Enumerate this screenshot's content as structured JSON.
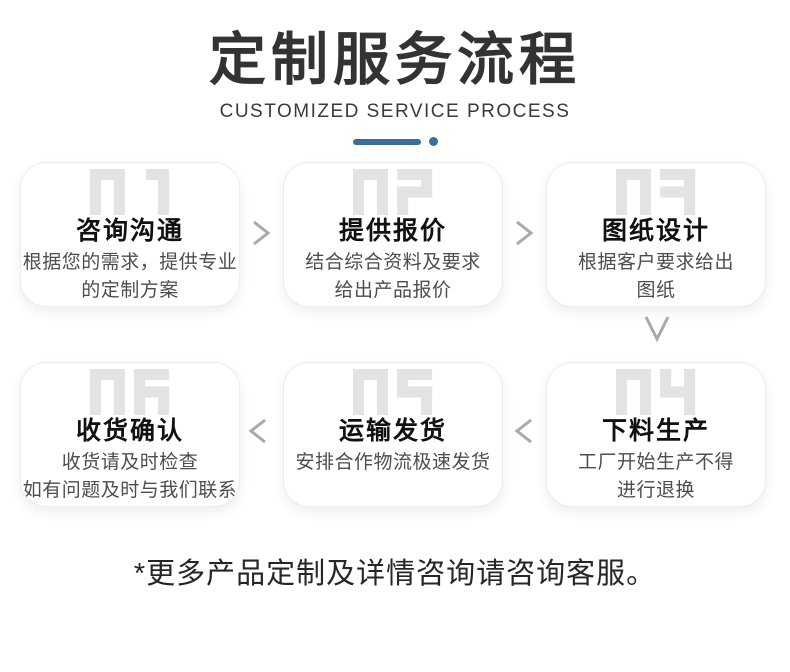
{
  "header": {
    "title": "定制服务流程",
    "subtitle": "CUSTOMIZED SERVICE PROCESS"
  },
  "steps": [
    {
      "number": "01",
      "title": "咨询沟通",
      "desc": "根据您的需求，提供专业\n的定制方案"
    },
    {
      "number": "02",
      "title": "提供报价",
      "desc": "结合综合资料及要求\n给出产品报价"
    },
    {
      "number": "03",
      "title": "图纸设计",
      "desc": "根据客户要求给出\n图纸"
    },
    {
      "number": "04",
      "title": "下料生产",
      "desc": "工厂开始生产不得\n进行退换"
    },
    {
      "number": "05",
      "title": "运输发货",
      "desc": "安排合作物流极速发货"
    },
    {
      "number": "06",
      "title": "收货确认",
      "desc": "收货请及时检查\n如有问题及时与我们联系"
    }
  ],
  "footer": {
    "note": "*更多产品定制及详情咨询请咨询客服。"
  },
  "colors": {
    "accent": "#3d6e98",
    "number": "#e3e3e3",
    "arrow": "#a9a9a9"
  }
}
